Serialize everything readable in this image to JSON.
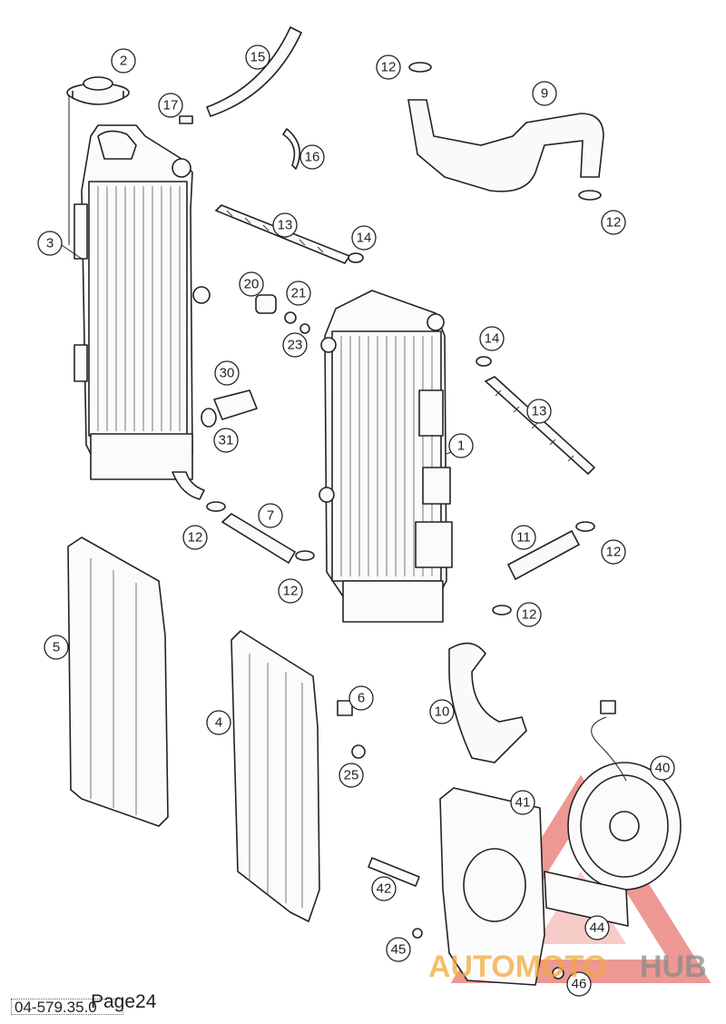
{
  "callouts": [
    {
      "id": "c1",
      "label": "1"
    },
    {
      "id": "c2",
      "label": "2"
    },
    {
      "id": "c3",
      "label": "3"
    },
    {
      "id": "c4",
      "label": "4"
    },
    {
      "id": "c5",
      "label": "5"
    },
    {
      "id": "c6",
      "label": "6"
    },
    {
      "id": "c7",
      "label": "7"
    },
    {
      "id": "c9",
      "label": "9"
    },
    {
      "id": "c10",
      "label": "10"
    },
    {
      "id": "c11",
      "label": "11"
    },
    {
      "id": "c12a",
      "label": "12"
    },
    {
      "id": "c12b",
      "label": "12"
    },
    {
      "id": "c12c",
      "label": "12"
    },
    {
      "id": "c12d",
      "label": "12"
    },
    {
      "id": "c12e",
      "label": "12"
    },
    {
      "id": "c12f",
      "label": "12"
    },
    {
      "id": "c13a",
      "label": "13"
    },
    {
      "id": "c13b",
      "label": "13"
    },
    {
      "id": "c14a",
      "label": "14"
    },
    {
      "id": "c14b",
      "label": "14"
    },
    {
      "id": "c15",
      "label": "15"
    },
    {
      "id": "c16",
      "label": "16"
    },
    {
      "id": "c17",
      "label": "17"
    },
    {
      "id": "c20",
      "label": "20"
    },
    {
      "id": "c21",
      "label": "21"
    },
    {
      "id": "c23",
      "label": "23"
    },
    {
      "id": "c25",
      "label": "25"
    },
    {
      "id": "c30",
      "label": "30"
    },
    {
      "id": "c31",
      "label": "31"
    },
    {
      "id": "c40",
      "label": "40"
    },
    {
      "id": "c41",
      "label": "41"
    },
    {
      "id": "c42",
      "label": "42"
    },
    {
      "id": "c44",
      "label": "44"
    },
    {
      "id": "c45",
      "label": "45"
    },
    {
      "id": "c46",
      "label": "46"
    }
  ],
  "footer": {
    "code": "04-579.35.0",
    "page": "Page24"
  },
  "watermark": {
    "part_a": "AUTOMOTO",
    "part_b": "HUB",
    "color_a": "#f2a93b",
    "color_b": "#8a8a8a",
    "logo_color": "#e0443c"
  }
}
